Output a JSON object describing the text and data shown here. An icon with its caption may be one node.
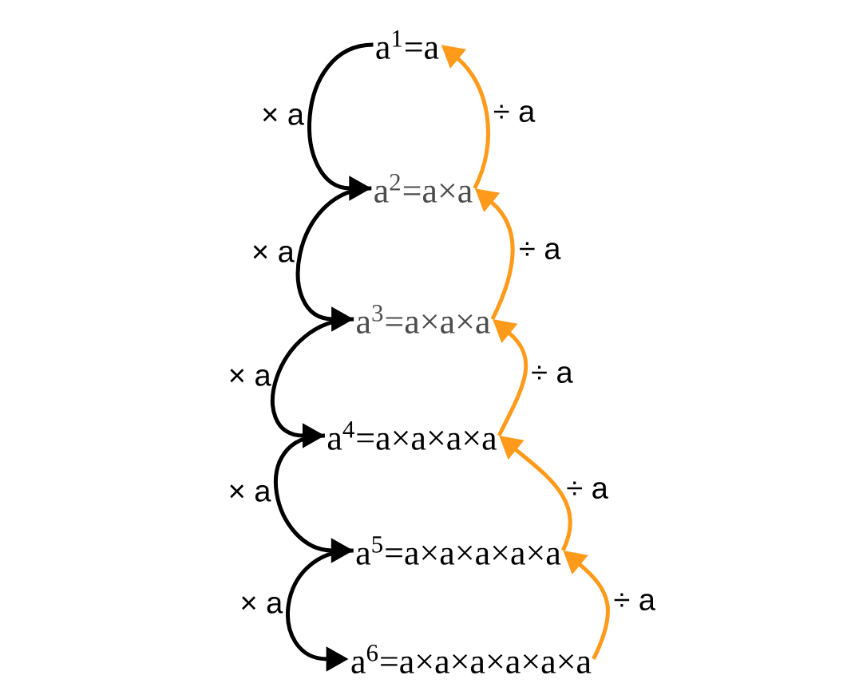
{
  "diagram": {
    "nodes": [
      {
        "text": [
          "a$^{1}$=a"
        ]
      },
      {
        "text": [
          "a$^{2}$=a×a"
        ]
      },
      {
        "text": [
          "a$^{3}$=a×a×a"
        ]
      },
      {
        "text": [
          "a$^{4}$=a×a×a×a"
        ]
      },
      {
        "text": [
          "a$^{5}$=a×a×a×a×a"
        ]
      },
      {
        "text": [
          "a$^{6}$=a×a×a×a×a×a"
        ]
      }
    ],
    "edges": [
      {
        "from": 0,
        "to": 1,
        "arrow": "to",
        "label": "× a"
      },
      {
        "from": 1,
        "to": 2,
        "arrow": "to",
        "label": "× a"
      },
      {
        "from": 2,
        "to": 3,
        "arrow": "to",
        "label": "× a"
      },
      {
        "from": 3,
        "to": 4,
        "arrow": "to",
        "label": "× a"
      },
      {
        "from": 4,
        "to": 5,
        "arrow": "to",
        "label": "× a"
      },
      {
        "from": 1,
        "to": 0,
        "arrow": "to",
        "label": "÷ a",
        "color": "#ff9a1a"
      },
      {
        "from": 2,
        "to": 1,
        "arrow": "to",
        "label": "÷ a",
        "color": "#ff9a1a"
      },
      {
        "from": 3,
        "to": 2,
        "arrow": "to",
        "label": "÷ a",
        "color": "#ff9a1a"
      },
      {
        "from": 4,
        "to": 3,
        "arrow": "to",
        "label": "÷ a",
        "color": "#ff9a1a"
      },
      {
        "from": 5,
        "to": 4,
        "arrow": "to",
        "label": "÷ a",
        "color": "#ff9a1a"
      }
    ]
  }
}
